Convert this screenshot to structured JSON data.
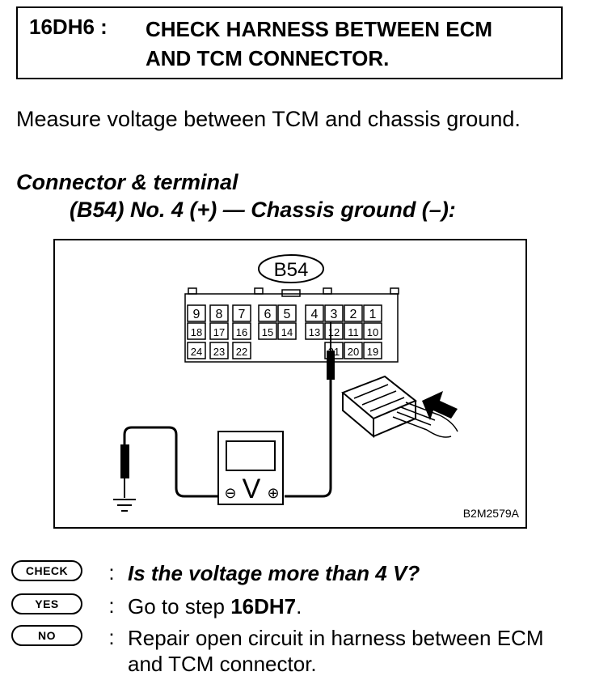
{
  "header": {
    "step_code": "16DH6 :",
    "title_line1": "CHECK HARNESS BETWEEN ECM",
    "title_line2": "AND TCM CONNECTOR."
  },
  "intro": "Measure voltage between TCM and chassis ground.",
  "connector": {
    "heading": "Connector & terminal",
    "spec": "(B54) No. 4 (+) — Chassis ground (–):"
  },
  "figure": {
    "connector_label": "B54",
    "terminals_row1": [
      "9",
      "8",
      "7",
      "6",
      "5",
      "4",
      "3",
      "2",
      "1"
    ],
    "terminals_row2": [
      "18",
      "17",
      "16",
      "15",
      "14",
      "13",
      "12",
      "11",
      "10"
    ],
    "terminals_row3": [
      "24",
      "23",
      "22",
      "21",
      "20",
      "19"
    ],
    "meter_letter": "V",
    "meter_minus": "⊖",
    "meter_plus": "⊕",
    "figure_code": "B2M2579A"
  },
  "answers": [
    {
      "badge": "CHECK",
      "colon": ":",
      "text": "Is the voltage more than 4 V?"
    },
    {
      "badge": "YES",
      "colon": ":",
      "text_prefix": "Go to step ",
      "text_bold": "16DH7",
      "text_suffix": "."
    },
    {
      "badge": "NO",
      "colon": ":",
      "text": "Repair open circuit in harness between ECM and TCM connector."
    }
  ]
}
